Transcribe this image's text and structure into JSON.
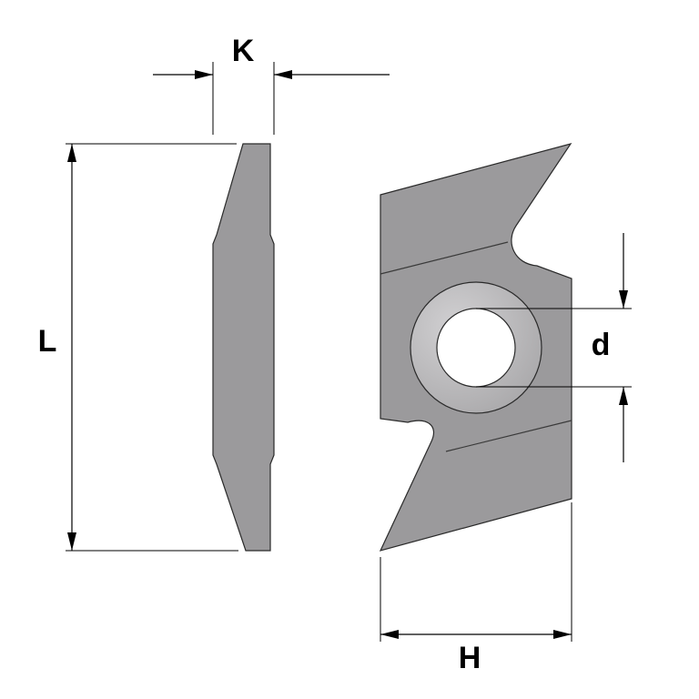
{
  "labels": {
    "thickness": "K",
    "length": "L",
    "bore_diameter": "d",
    "height": "H"
  },
  "colors": {
    "part_fill": "#9b9a9c",
    "part_edge": "#2a2a2a",
    "ring_fill": "#c4c3c5",
    "background": "#ffffff",
    "dimension": "#000000"
  }
}
